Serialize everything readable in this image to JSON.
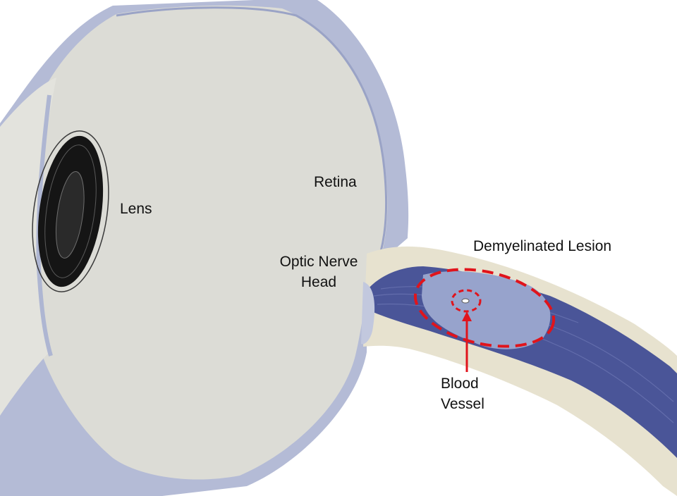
{
  "labels": {
    "lens": "Lens",
    "retina": "Retina",
    "optic_nerve_head_line1": "Optic Nerve",
    "optic_nerve_head_line2": "Head",
    "demyelinated_lesion": "Demyelinated Lesion",
    "blood_vessel_line1": "Blood",
    "blood_vessel_line2": "Vessel"
  },
  "colors": {
    "globe_fill": "#dcdcd6",
    "sclera": "#a9b1cf",
    "lens_dark": "#141414",
    "nerve_sheath": "#e7e2cf",
    "nerve_fibers": "#4a5598",
    "lesion_fill": "#93a0c9",
    "annotation_red": "#e0141c"
  }
}
